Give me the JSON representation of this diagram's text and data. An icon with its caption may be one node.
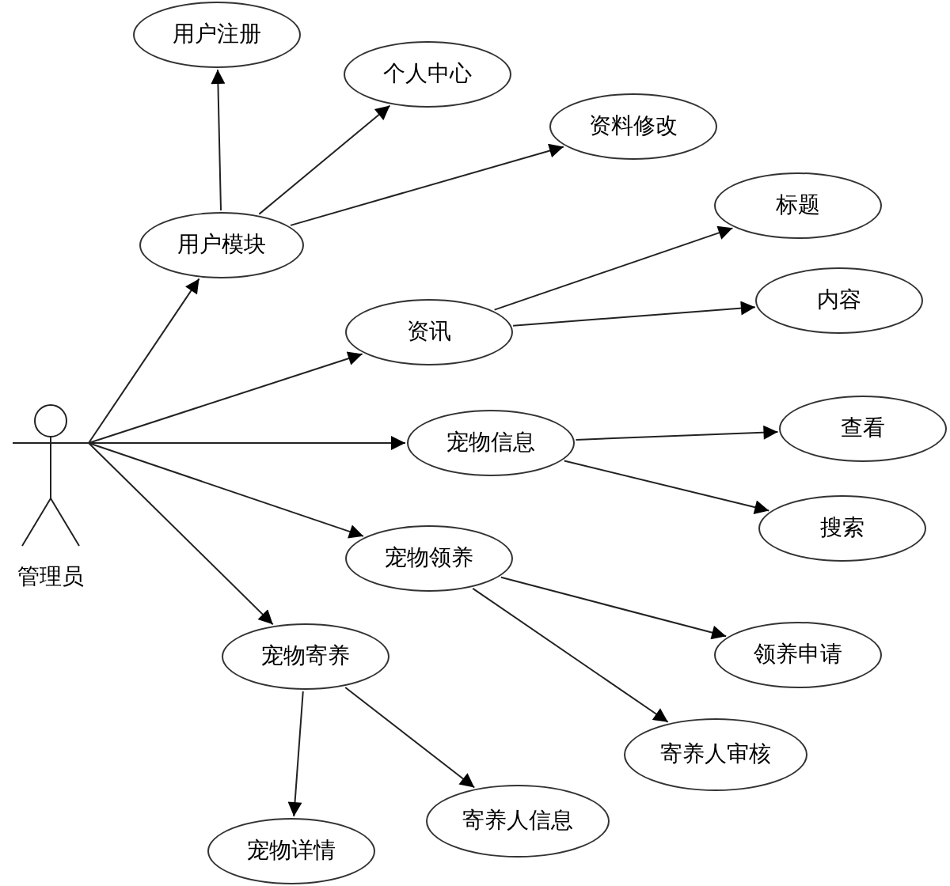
{
  "diagram": {
    "nodes": [
      {
        "text": [
          "管理员"
        ]
      },
      {
        "text": [
          "用户模块"
        ]
      },
      {
        "text": [
          "用户注册"
        ]
      },
      {
        "text": [
          "个人中心"
        ]
      },
      {
        "text": [
          "资料修改"
        ]
      },
      {
        "text": [
          "资讯"
        ]
      },
      {
        "text": [
          "标题"
        ]
      },
      {
        "text": [
          "内容"
        ]
      },
      {
        "text": [
          "宠物信息"
        ]
      },
      {
        "text": [
          "查看"
        ]
      },
      {
        "text": [
          "搜索"
        ]
      },
      {
        "text": [
          "宠物领养"
        ]
      },
      {
        "text": [
          "领养申请"
        ]
      },
      {
        "text": [
          "宠物寄养"
        ]
      },
      {
        "text": [
          "寄养人审核"
        ]
      },
      {
        "text": [
          "宠物详情"
        ]
      },
      {
        "text": [
          "寄养人信息"
        ]
      }
    ],
    "edges": [
      {
        "from": 0,
        "to": 1,
        "arrow": "to"
      },
      {
        "from": 0,
        "to": 5,
        "arrow": "to"
      },
      {
        "from": 0,
        "to": 8,
        "arrow": "to"
      },
      {
        "from": 0,
        "to": 11,
        "arrow": "to"
      },
      {
        "from": 0,
        "to": 13,
        "arrow": "to"
      },
      {
        "from": 1,
        "to": 2,
        "arrow": "to"
      },
      {
        "from": 1,
        "to": 3,
        "arrow": "to"
      },
      {
        "from": 1,
        "to": 4,
        "arrow": "to"
      },
      {
        "from": 5,
        "to": 6,
        "arrow": "to"
      },
      {
        "from": 5,
        "to": 7,
        "arrow": "to"
      },
      {
        "from": 8,
        "to": 9,
        "arrow": "to"
      },
      {
        "from": 8,
        "to": 10,
        "arrow": "to"
      },
      {
        "from": 11,
        "to": 12,
        "arrow": "to"
      },
      {
        "from": 11,
        "to": 14,
        "arrow": "to"
      },
      {
        "from": 13,
        "to": 15,
        "arrow": "to"
      },
      {
        "from": 13,
        "to": 16,
        "arrow": "to"
      }
    ]
  }
}
